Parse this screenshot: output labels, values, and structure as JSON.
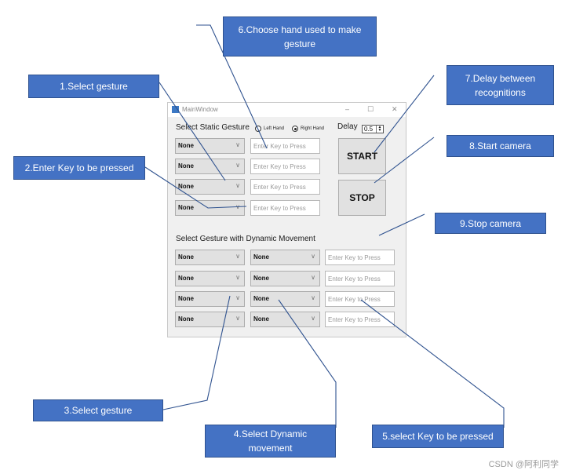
{
  "window": {
    "title": "MainWindow",
    "minimize": "–",
    "maximize": "☐",
    "close": "✕"
  },
  "static": {
    "label": "Select Static Gesture",
    "left_hand": "Left Hand",
    "right_hand": "Right Hand",
    "selected_hand": "Right Hand",
    "rows": [
      {
        "gesture": "None",
        "key_placeholder": "Enter Key to Press"
      },
      {
        "gesture": "None",
        "key_placeholder": "Enter Key to Press"
      },
      {
        "gesture": "None",
        "key_placeholder": "Enter Key to Press"
      },
      {
        "gesture": "None",
        "key_placeholder": "Enter Key to Press"
      }
    ]
  },
  "delay": {
    "label": "Delay",
    "value": "0.5"
  },
  "buttons": {
    "start": "START",
    "stop": "STOP"
  },
  "dynamic": {
    "label": "Select Gesture with Dynamic Movement",
    "rows": [
      {
        "gesture": "None",
        "movement": "None",
        "key_placeholder": "Enter Key to Press"
      },
      {
        "gesture": "None",
        "movement": "None",
        "key_placeholder": "Enter Key to Press"
      },
      {
        "gesture": "None",
        "movement": "None",
        "key_placeholder": "Enter Key to Press"
      },
      {
        "gesture": "None",
        "movement": "None",
        "key_placeholder": "Enter Key to Press"
      }
    ]
  },
  "callouts": {
    "c1": "1.Select gesture",
    "c2": "2.Enter Key to be pressed",
    "c3": "3.Select gesture",
    "c4": "4.Select Dynamic\nmovement",
    "c5": "5.select Key to be pressed",
    "c6": "6.Choose hand  used to make\ngesture",
    "c7": "7.Delay between\nrecognitions",
    "c8": "8.Start camera",
    "c9": "9.Stop camera"
  },
  "colors": {
    "callout_fill": "#4472c4",
    "leader_line": "#2f528f",
    "window_bg": "#f0f0f0"
  },
  "watermark": "CSDN @阿利同学"
}
